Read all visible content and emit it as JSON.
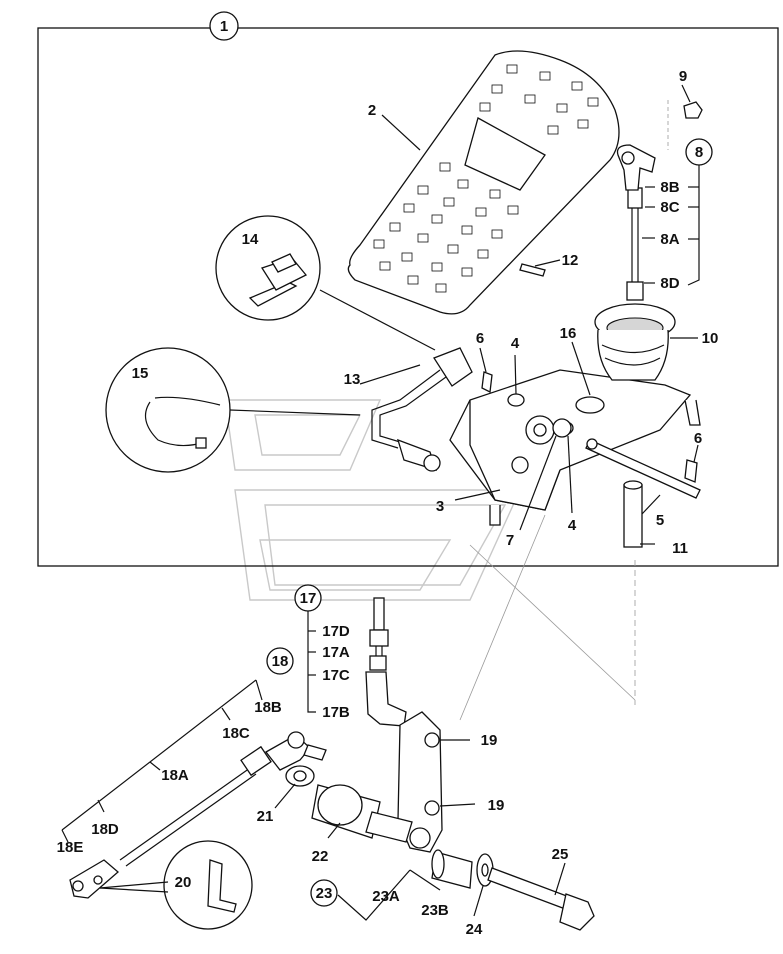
{
  "diagram": {
    "callouts": {
      "c1": "1",
      "c2": "2",
      "c3": "3",
      "c4a": "4",
      "c4b": "4",
      "c5": "5",
      "c6a": "6",
      "c6b": "6",
      "c7": "7",
      "c8": "8",
      "c8A": "8A",
      "c8B": "8B",
      "c8C": "8C",
      "c8D": "8D",
      "c9": "9",
      "c10": "10",
      "c11": "11",
      "c12": "12",
      "c13": "13",
      "c14": "14",
      "c15": "15",
      "c16": "16",
      "c17": "17",
      "c17A": "17A",
      "c17B": "17B",
      "c17C": "17C",
      "c17D": "17D",
      "c18": "18",
      "c18A": "18A",
      "c18B": "18B",
      "c18C": "18C",
      "c18D": "18D",
      "c18E": "18E",
      "c19a": "19",
      "c19b": "19",
      "c20": "20",
      "c21": "21",
      "c22": "22",
      "c23": "23",
      "c23A": "23A",
      "c23B": "23B",
      "c24": "24",
      "c25": "25"
    },
    "colors": {
      "line": "#111111",
      "ghost_logo": "#c9c9c9",
      "shade": "#d6d6d6",
      "background": "#ffffff"
    }
  }
}
